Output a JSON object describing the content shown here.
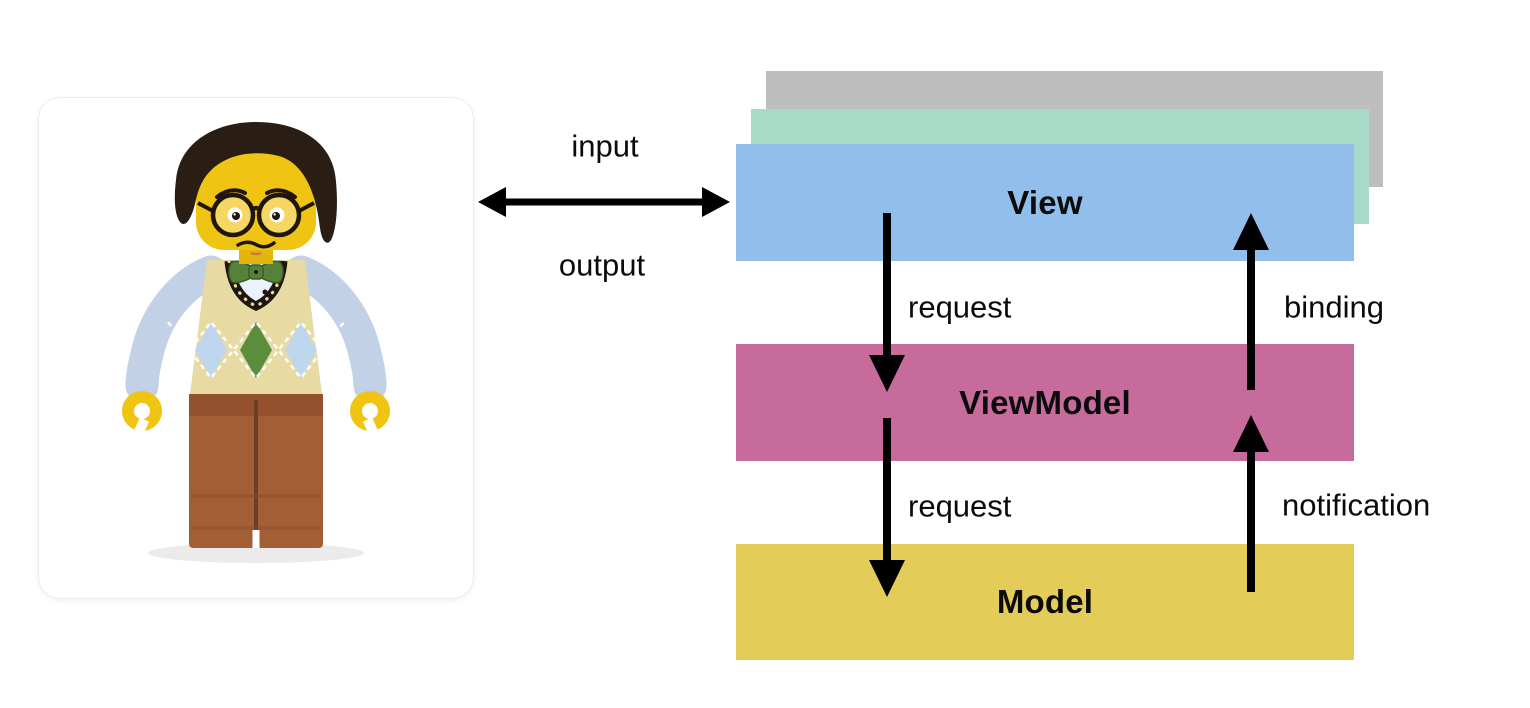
{
  "diagram": {
    "title_implied": "MVVM pattern",
    "user": {
      "photo_alt": "LEGO minifigure of a man with glasses, argyle sweater vest, bow tie and brown trousers"
    },
    "io": {
      "input_label": "input",
      "output_label": "output"
    },
    "layers": [
      {
        "id": "view",
        "label": "View",
        "color": "#92beec"
      },
      {
        "id": "viewmodel",
        "label": "ViewModel",
        "color": "#c76b9c"
      },
      {
        "id": "model",
        "label": "Model",
        "color": "#e3cc58"
      }
    ],
    "backdrop_cards": [
      {
        "id": "backdrop-gray",
        "color": "#bebebe"
      },
      {
        "id": "backdrop-teal",
        "color": "#a8dbc7"
      }
    ],
    "edges": [
      {
        "label": "request",
        "from": "View",
        "to": "ViewModel",
        "direction": "down"
      },
      {
        "label": "binding",
        "from": "ViewModel",
        "to": "View",
        "direction": "up"
      },
      {
        "label": "request",
        "from": "ViewModel",
        "to": "Model",
        "direction": "down"
      },
      {
        "label": "notification",
        "from": "Model",
        "to": "ViewModel",
        "direction": "up"
      }
    ],
    "arrow_color": "#000000"
  }
}
